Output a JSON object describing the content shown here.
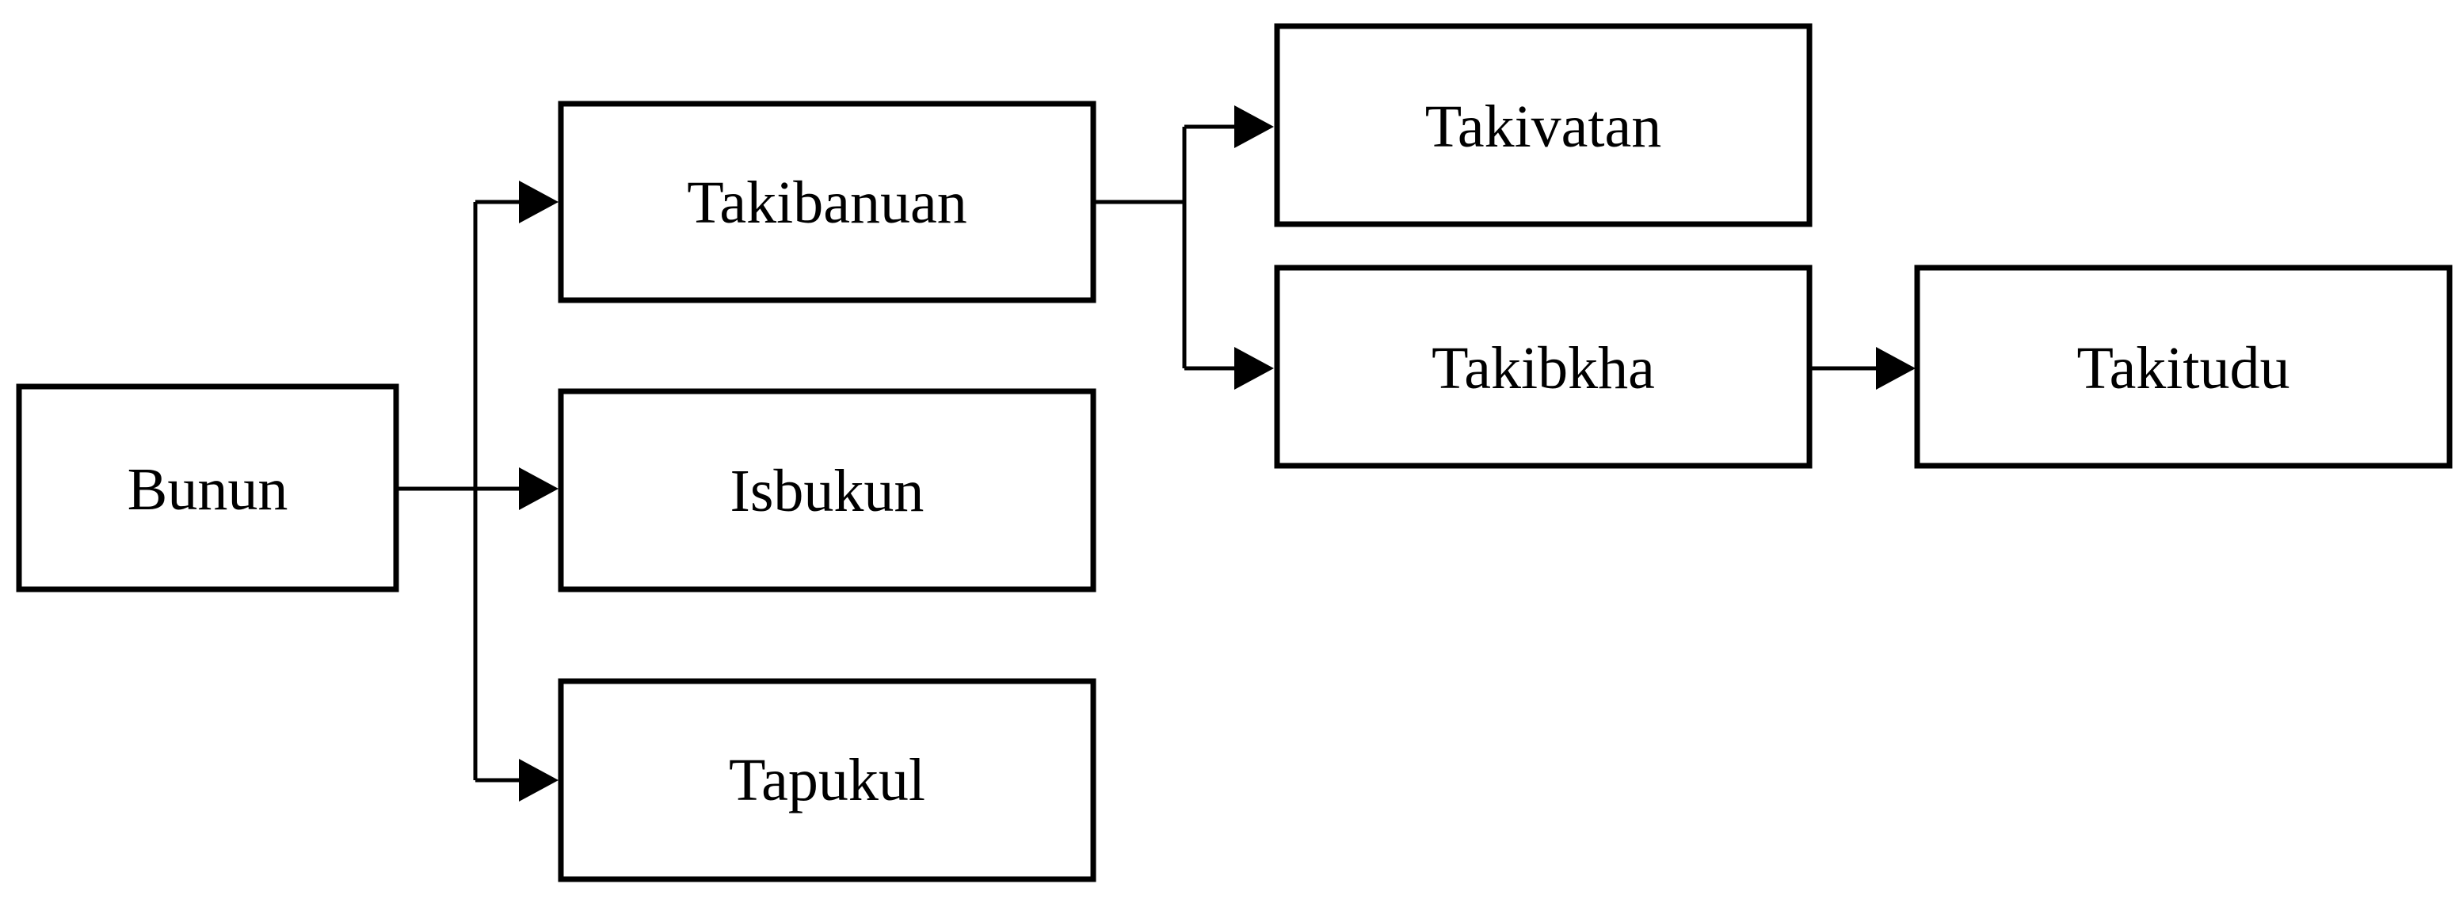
{
  "diagram": {
    "nodes": {
      "bunun": "Bunun",
      "takibanuan": "Takibanuan",
      "isbukun": "Isbukun",
      "tapukul": "Tapukul",
      "takivatan": "Takivatan",
      "takibkha": "Takibkha",
      "takitudu": "Takitudu"
    },
    "edges": [
      {
        "from": "Bunun",
        "to": "Takibanuan"
      },
      {
        "from": "Bunun",
        "to": "Isbukun"
      },
      {
        "from": "Bunun",
        "to": "Tapukul"
      },
      {
        "from": "Takibanuan",
        "to": "Takivatan"
      },
      {
        "from": "Takibanuan",
        "to": "Takibkha"
      },
      {
        "from": "Takibkha",
        "to": "Takitudu"
      }
    ]
  }
}
